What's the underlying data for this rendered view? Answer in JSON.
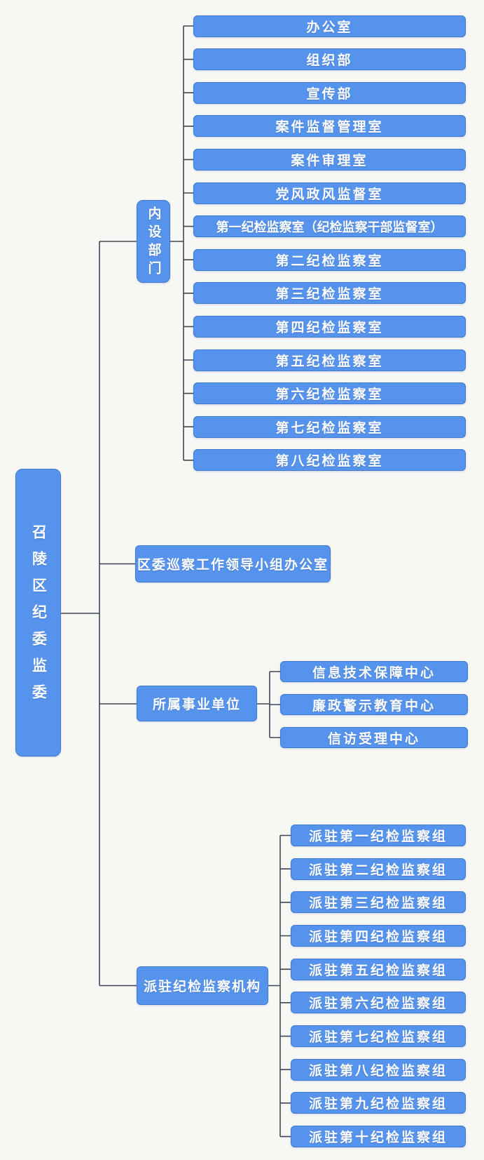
{
  "org": {
    "root_label": "召陵区纪委监委",
    "branches": [
      {
        "id": "internal-depts",
        "label": "内设部门",
        "children": [
          "办公室",
          "组织部",
          "宣传部",
          "案件监督管理室",
          "案件审理室",
          "党风政风监督室",
          "第一纪检监察室（纪检监察干部监督室）",
          "第二纪检监察室",
          "第三纪检监察室",
          "第四纪检监察室",
          "第五纪检监察室",
          "第六纪检监察室",
          "第七纪检监察室",
          "第八纪检监察室"
        ]
      },
      {
        "id": "inspection-office",
        "label": "区委巡察工作领导小组办公室",
        "children": []
      },
      {
        "id": "public-institutions",
        "label": "所属事业单位",
        "children": [
          "信息技术保障中心",
          "廉政警示教育中心",
          "信访受理中心"
        ]
      },
      {
        "id": "dispatched-bodies",
        "label": "派驻纪检监察机构",
        "children": [
          "派驻第一纪检监察组",
          "派驻第二纪检监察组",
          "派驻第三纪检监察组",
          "派驻第四纪检监察组",
          "派驻第五纪检监察组",
          "派驻第六纪检监察组",
          "派驻第七纪检监察组",
          "派驻第八纪检监察组",
          "派驻第九纪检监察组",
          "派驻第十纪检监察组"
        ]
      }
    ],
    "colors": {
      "node_fill": "#5593ec",
      "node_border": "#3f7ad0",
      "node_text": "#ffffff",
      "connector": "#3d4756",
      "background": "#f7f7f4"
    }
  }
}
